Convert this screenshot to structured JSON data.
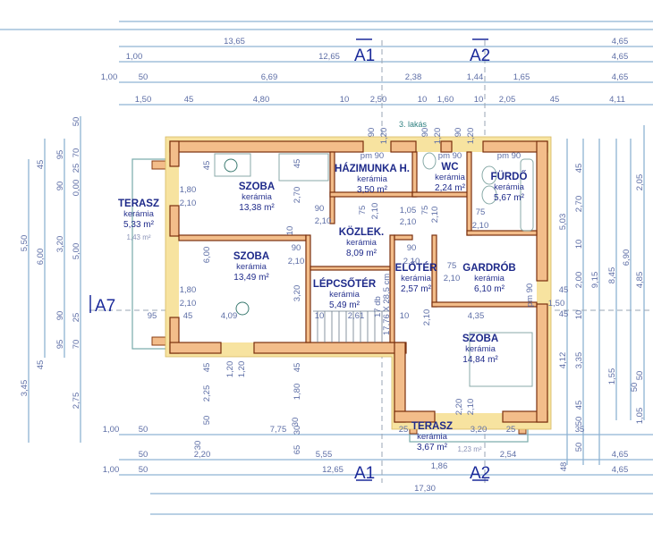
{
  "plan": {
    "apartment_label": "3. lakás",
    "section_markers": {
      "a1": "A1",
      "a2": "A2",
      "a7": "A7"
    },
    "rooms": [
      {
        "name": "SZOBA",
        "material": "kerámia",
        "area": "13,38 m²"
      },
      {
        "name": "HÁZIMUNKA H.",
        "material": "kerámia",
        "area": "3,50 m²"
      },
      {
        "name": "WC",
        "material": "kerámia",
        "area": "2,24 m²"
      },
      {
        "name": "FÜRDŐ",
        "material": "kerámia",
        "area": "5,67 m²"
      },
      {
        "name": "TERASZ",
        "material": "kerámia",
        "area": "5,33 m²",
        "extra": "1,43 m²"
      },
      {
        "name": "KÖZLEK.",
        "material": "kerámia",
        "area": "8,09 m²"
      },
      {
        "name": "SZOBA",
        "material": "kerámia",
        "area": "13,49 m²"
      },
      {
        "name": "LÉPCSŐTÉR",
        "material": "kerámia",
        "area": "5,49 m²"
      },
      {
        "name": "ELŐTÉR",
        "material": "kerámia",
        "area": "2,57 m²"
      },
      {
        "name": "GARDRÓB",
        "material": "kerámia",
        "area": "6,10 m²"
      },
      {
        "name": "SZOBA",
        "material": "kerámia",
        "area": "14,84 m²"
      },
      {
        "name": "TERASZ",
        "material": "kerámia",
        "area": "3,67 m²",
        "extra": "1,23 m²"
      }
    ],
    "stair": {
      "count": "17 db",
      "size": "17,76 X 28,5 cm"
    },
    "dimensions": [
      "13,65",
      "4,65",
      "1,00",
      "12,65",
      "4,65",
      "1,00",
      "50",
      "6,69",
      "2,38",
      "1,44",
      "1,65",
      "4,65",
      "1,50",
      "45",
      "4,80",
      "10",
      "2,50",
      "10",
      "1,60",
      "10",
      "2,05",
      "45",
      "4,11",
      "1,00",
      "50",
      "7,75",
      "30",
      "25",
      "3,20",
      "25",
      "35",
      "50",
      "2,20",
      "5,55",
      "1,86",
      "2,54",
      "48",
      "4,65",
      "1,00",
      "50",
      "12,65",
      "4,65",
      "17,30",
      "5,50",
      "3,45",
      "45",
      "6,00",
      "45",
      "95",
      "90",
      "3,20",
      "90",
      "95",
      "50",
      "70",
      "25",
      "0,00",
      "5,00",
      "25",
      "70",
      "2,75",
      "5,03",
      "4,12",
      "45",
      "2,70",
      "10",
      "2,00",
      "10",
      "3,35",
      "45",
      "50",
      "50",
      "9,15",
      "8,45",
      "1,55",
      "6,90",
      "50",
      "2,05",
      "4,85",
      "50",
      "1,05",
      "45",
      "45",
      "2,70",
      "10",
      "1,80",
      "2,10",
      "90",
      "2,10",
      "75",
      "2,10",
      "1,05",
      "2,10",
      "75",
      "2,10",
      "75",
      "2,10",
      "90",
      "2,10",
      "6,00",
      "90",
      "2,10",
      "75",
      "2,10",
      "1,80",
      "2,10",
      "3,20",
      "95",
      "45",
      "4,09",
      "10",
      "2,61",
      "10",
      "2,10",
      "4,35",
      "1,50",
      "45",
      "45",
      "pm 90",
      "pm 90",
      "pm 90",
      "pm 90",
      "90",
      "1,20",
      "90",
      "1,20",
      "90",
      "1,20",
      "45",
      "2,25",
      "50",
      "30",
      "1,20",
      "1,20",
      "45",
      "1,80",
      "30",
      "65",
      "2,20",
      "2,10"
    ]
  }
}
